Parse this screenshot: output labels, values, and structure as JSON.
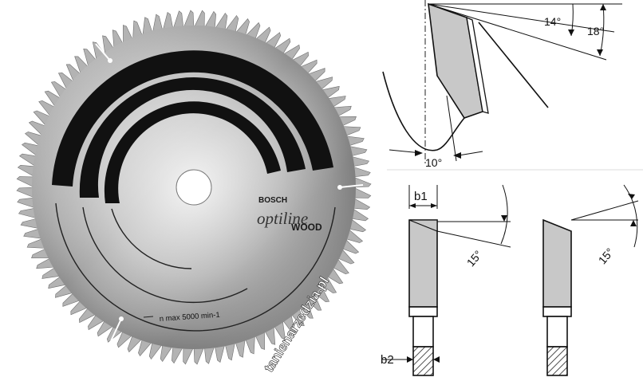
{
  "blade": {
    "brand": "BOSCH",
    "line": "optiline",
    "type": "WOOD",
    "speed": "n max 5000 min-1",
    "watermark": "tanienarzedzia.pl",
    "tooth_count_visible": 96
  },
  "tooth_geometry": {
    "angle_top_1": "14°",
    "angle_top_2": "18°",
    "angle_bottom": "10°"
  },
  "tooth_profile": {
    "b1": "b1",
    "b2": "b2",
    "angle_left": "15°",
    "angle_right": "15°"
  }
}
